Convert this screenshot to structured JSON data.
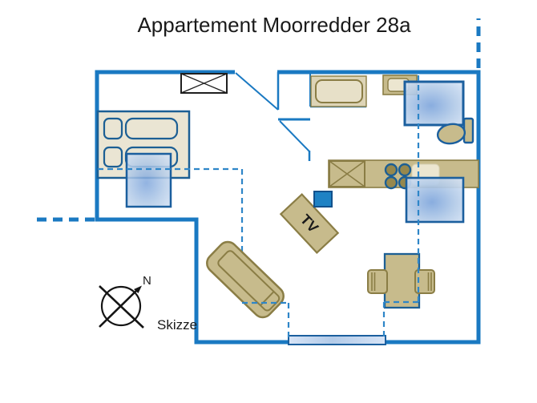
{
  "title": "Appartement Moorredder 28a",
  "labels": {
    "tv": "TV",
    "north": "N",
    "sketch": "Skizze"
  },
  "colors": {
    "wall_blue": "#1a79c2",
    "dashed_blue": "#2e86c8",
    "furniture_tan_fill": "#c7bb8c",
    "furniture_tan_border": "#8a7d45",
    "bed_fill": "#eae5d3",
    "bed_border": "#1c5f94",
    "blue_fixture_border": "#1b5f9e",
    "blue_fixture_light": "#d7e4f6",
    "blue_fixture_mid": "#7fa6dc",
    "window_glass": "#b3cbe8",
    "accent_square_fill": "#1e82c4",
    "accent_square_border": "#11518c",
    "wardrobe_border": "#1f1f1f",
    "sink_cream": "#ece6d0",
    "tub_fill": "#ddd4b6",
    "tub_inner": "#e7e0c8",
    "text_black": "#1a1a1a"
  }
}
